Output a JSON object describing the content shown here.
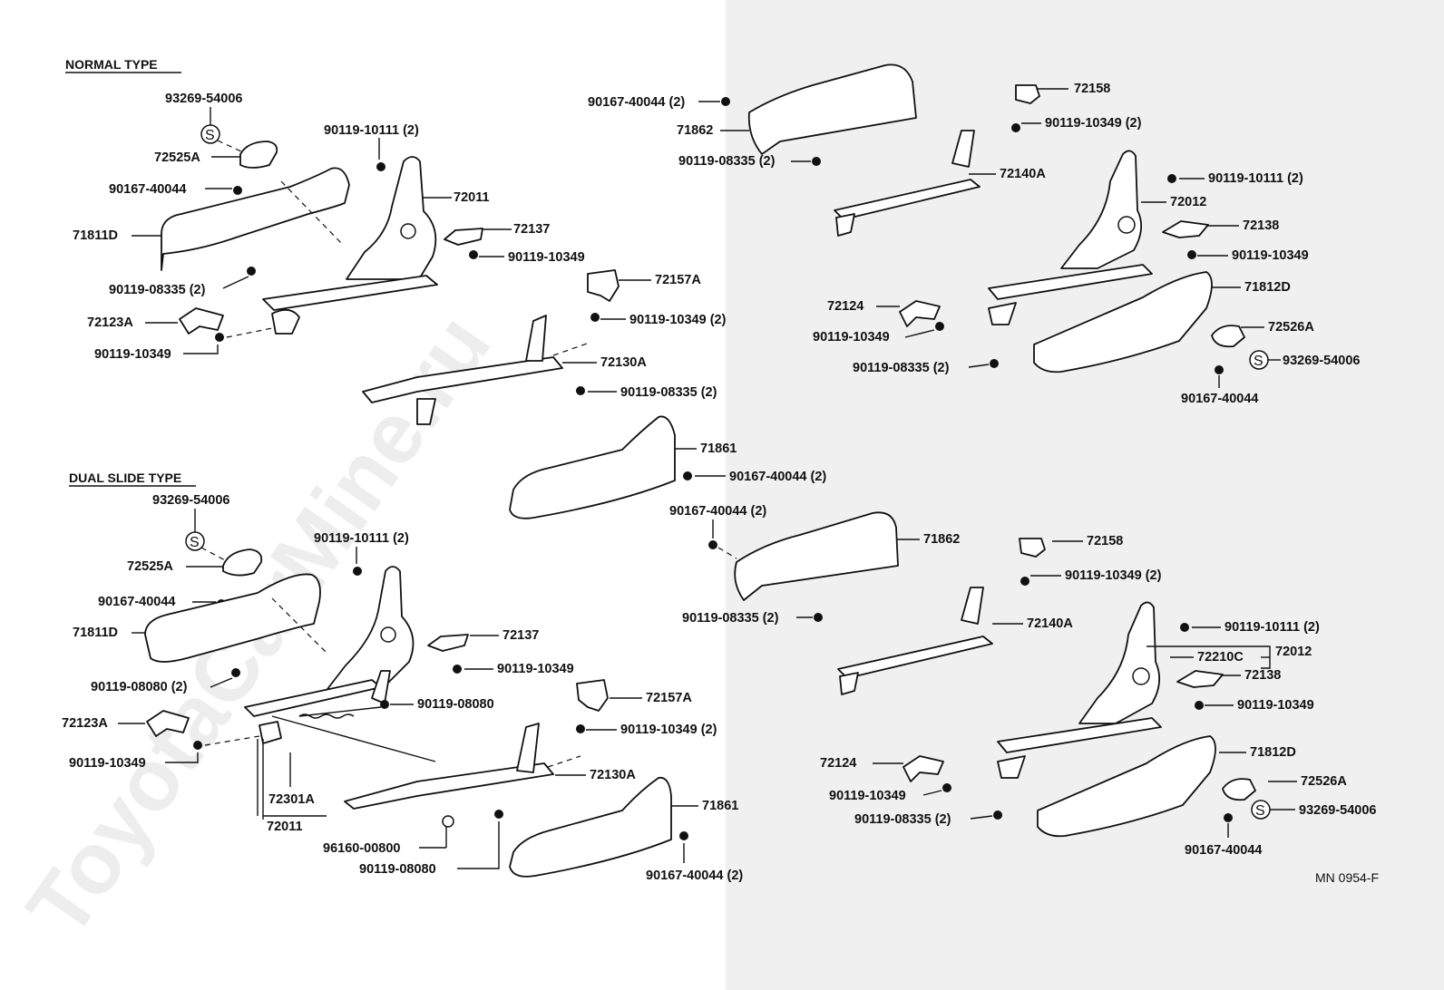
{
  "sections": {
    "normal": "NORMAL TYPE",
    "dual": "DUAL SLIDE TYPE"
  },
  "watermark": "ToyotaCarMine.ru",
  "diagram_code": "MN 0954-F",
  "seal_symbol": "S",
  "labels": {
    "n_93269": "93269-54006",
    "n_90119_10111": "90119-10111 (2)",
    "n_72525A": "72525A",
    "n_90167_40044": "90167-40044",
    "n_72011": "72011",
    "n_71811D": "71811D",
    "n_72137": "72137",
    "n_90119_10349_a": "90119-10349",
    "n_90119_08335": "90119-08335 (2)",
    "n_72157A": "72157A",
    "n_72123A": "72123A",
    "n_90119_10349_b": "90119-10349 (2)",
    "n_90119_10349_c": "90119-10349",
    "n_72130A": "72130A",
    "n_90119_08335_b": "90119-08335 (2)",
    "r_90167_40044": "90167-40044 (2)",
    "r_71862": "71862",
    "r_90119_08335": "90119-08335 (2)",
    "r_72158": "72158",
    "r_90119_10349": "90119-10349 (2)",
    "r_72140A": "72140A",
    "r_90119_10111": "90119-10111 (2)",
    "r_72012": "72012",
    "r_72138": "72138",
    "r_90119_10349_b": "90119-10349",
    "r_71812D": "71812D",
    "r_72124": "72124",
    "r_90119_10349_c": "90119-10349",
    "r_72526A": "72526A",
    "r_93269": "93269-54006",
    "r_90119_08335_b": "90119-08335 (2)",
    "r_90167_40044_b": "90167-40044",
    "m_71861": "71861",
    "m_90167_40044": "90167-40044 (2)",
    "d_93269": "93269-54006",
    "d_90119_10111": "90119-10111 (2)",
    "d_72525A": "72525A",
    "d_90167_40044": "90167-40044",
    "d_71811D": "71811D",
    "d_72137": "72137",
    "d_90119_10349": "90119-10349",
    "d_90119_08080_a": "90119-08080 (2)",
    "d_90119_08080_b": "90119-08080",
    "d_72157A": "72157A",
    "d_72123A": "72123A",
    "d_90119_10349_b": "90119-10349 (2)",
    "d_90119_10349_c": "90119-10349",
    "d_72130A": "72130A",
    "d_72301A": "72301A",
    "d_72011": "72011",
    "d_96160": "96160-00800",
    "d_90119_08080_c": "90119-08080",
    "d_71861": "71861",
    "d_90167_40044_b": "90167-40044 (2)",
    "e_90167_40044": "90167-40044 (2)",
    "e_71862": "71862",
    "e_72158": "72158",
    "e_90119_10349": "90119-10349 (2)",
    "e_90119_08335": "90119-08335 (2)",
    "e_72140A": "72140A",
    "e_90119_10111": "90119-10111 (2)",
    "e_72210C": "72210C",
    "e_72012": "72012",
    "e_72138": "72138",
    "e_90119_10349_b": "90119-10349",
    "e_71812D": "71812D",
    "e_72124": "72124",
    "e_72526A": "72526A",
    "e_90119_10349_c": "90119-10349",
    "e_93269": "93269-54006",
    "e_90119_08335_b": "90119-08335 (2)",
    "e_90167_40044_b": "90167-40044"
  }
}
